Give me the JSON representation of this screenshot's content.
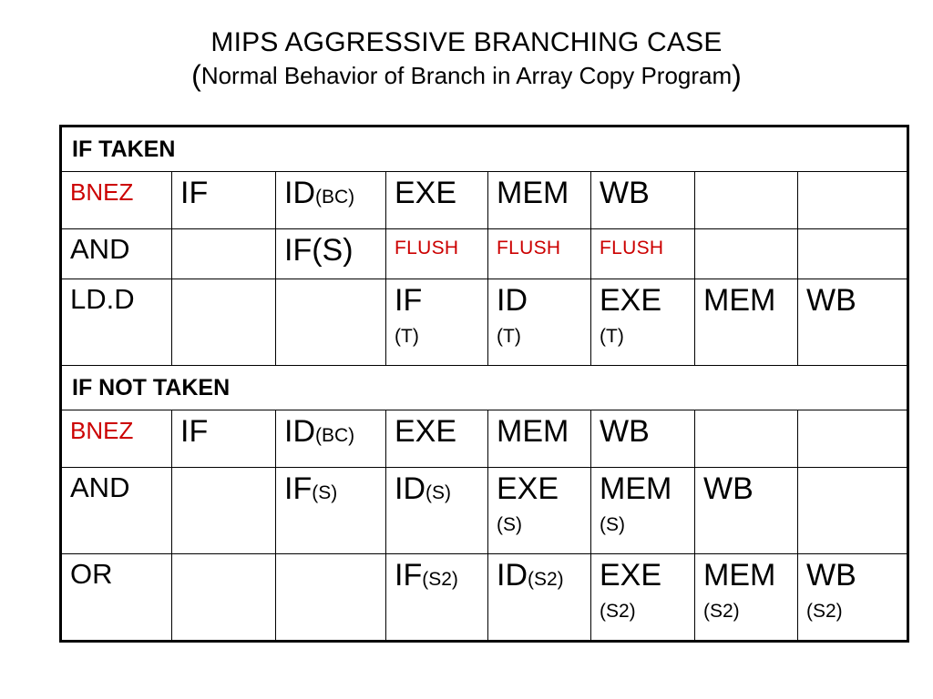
{
  "title": {
    "main": "MIPS AGGRESSIVE BRANCHING CASE",
    "sub_open_paren": "(",
    "sub_text": "Normal Behavior  of Branch in Array Copy Program",
    "sub_close_paren": ")"
  },
  "colors": {
    "accent_red": "#CC0000",
    "text": "#000000",
    "border": "#000000",
    "background": "#FFFFFF"
  },
  "table": {
    "columns": 8,
    "sections": [
      {
        "header": "IF TAKEN",
        "rows": [
          {
            "op": "BNEZ",
            "op_red": true,
            "cells": [
              {
                "main": "IF",
                "sub": "",
                "second": ""
              },
              {
                "main": "ID",
                "sub": "(BC)",
                "second": ""
              },
              {
                "main": "EXE",
                "sub": "",
                "second": ""
              },
              {
                "main": "MEM",
                "sub": "",
                "second": ""
              },
              {
                "main": "WB",
                "sub": "",
                "second": ""
              },
              {
                "main": "",
                "sub": "",
                "second": ""
              },
              {
                "main": "",
                "sub": "",
                "second": ""
              }
            ]
          },
          {
            "op": "AND",
            "op_red": false,
            "cells": [
              {
                "main": "",
                "sub": "",
                "second": ""
              },
              {
                "main": "IF(S)",
                "sub": "",
                "second": ""
              },
              {
                "main": "",
                "sub": "",
                "second": "",
                "flush": "FLUSH"
              },
              {
                "main": "",
                "sub": "",
                "second": "",
                "flush": "FLUSH"
              },
              {
                "main": "",
                "sub": "",
                "second": "",
                "flush": "FLUSH"
              },
              {
                "main": "",
                "sub": "",
                "second": ""
              },
              {
                "main": "",
                "sub": "",
                "second": ""
              }
            ]
          },
          {
            "op": "LD.D",
            "op_red": false,
            "cells": [
              {
                "main": "",
                "sub": "",
                "second": ""
              },
              {
                "main": "",
                "sub": "",
                "second": ""
              },
              {
                "main": "IF",
                "sub": "",
                "second": "(T)"
              },
              {
                "main": "ID",
                "sub": "",
                "second": "(T)"
              },
              {
                "main": "EXE",
                "sub": "",
                "second": "(T)"
              },
              {
                "main": "MEM",
                "sub": "",
                "second": ""
              },
              {
                "main": "WB",
                "sub": "",
                "second": ""
              }
            ]
          }
        ]
      },
      {
        "header": "IF NOT TAKEN",
        "rows": [
          {
            "op": "BNEZ",
            "op_red": true,
            "cells": [
              {
                "main": "IF",
                "sub": "",
                "second": ""
              },
              {
                "main": "ID",
                "sub": "(BC)",
                "second": ""
              },
              {
                "main": "EXE",
                "sub": "",
                "second": ""
              },
              {
                "main": "MEM",
                "sub": "",
                "second": ""
              },
              {
                "main": "WB",
                "sub": "",
                "second": ""
              },
              {
                "main": "",
                "sub": "",
                "second": ""
              },
              {
                "main": "",
                "sub": "",
                "second": ""
              }
            ]
          },
          {
            "op": "AND",
            "op_red": false,
            "cells": [
              {
                "main": "",
                "sub": "",
                "second": ""
              },
              {
                "main": "IF",
                "sub": "(S)",
                "second": ""
              },
              {
                "main": "ID",
                "sub": "(S)",
                "second": ""
              },
              {
                "main": "EXE",
                "sub": "",
                "second": "(S)"
              },
              {
                "main": "MEM",
                "sub": "",
                "second": "(S)"
              },
              {
                "main": "WB",
                "sub": "",
                "second": ""
              },
              {
                "main": "",
                "sub": "",
                "second": ""
              }
            ]
          },
          {
            "op": "OR",
            "op_red": false,
            "cells": [
              {
                "main": "",
                "sub": "",
                "second": ""
              },
              {
                "main": "",
                "sub": "",
                "second": ""
              },
              {
                "main": "IF",
                "sub": "(S2)",
                "second": ""
              },
              {
                "main": "ID",
                "sub": "(S2)",
                "second": ""
              },
              {
                "main": "EXE",
                "sub": "",
                "second": "(S2)"
              },
              {
                "main": "MEM",
                "sub": "",
                "second": "(S2)"
              },
              {
                "main": "WB",
                "sub": "",
                "second": "(S2)"
              }
            ]
          }
        ]
      }
    ]
  }
}
